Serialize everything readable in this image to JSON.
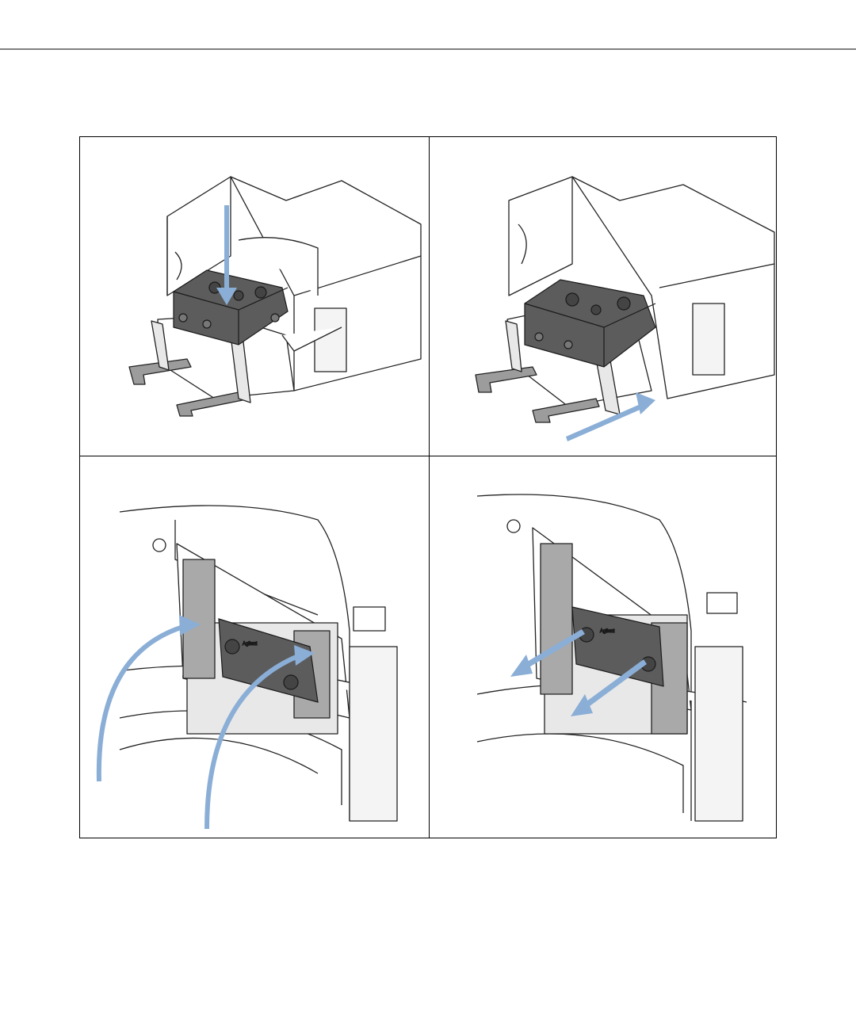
{
  "colors": {
    "arrow": "#8aaed6",
    "cartridge": "#5c5c5c",
    "tab": "#a9a9a9",
    "line": "#000000"
  },
  "panels": [
    {
      "name": "insert-cartridge",
      "icons": [
        "down-arrow-icon"
      ]
    },
    {
      "name": "slide-holder-in",
      "icons": [
        "diagonal-arrow-icon"
      ]
    },
    {
      "name": "close-latches",
      "icons": [
        "curved-arrow-icon",
        "curved-arrow-icon"
      ]
    },
    {
      "name": "connect-capillaries",
      "icons": [
        "pull-arrow-icon",
        "pull-arrow-icon"
      ]
    }
  ]
}
